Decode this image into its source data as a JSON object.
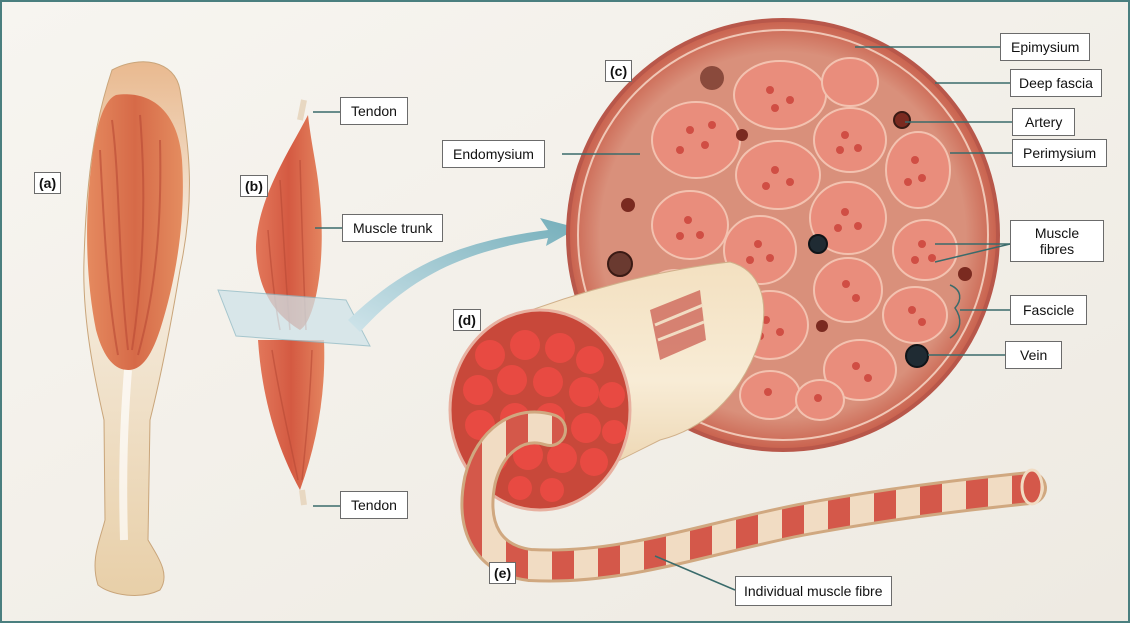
{
  "panels": {
    "a": "(a)",
    "b": "(b)",
    "c": "(c)",
    "d": "(d)",
    "e": "(e)"
  },
  "labels": {
    "tendon_top": "Tendon",
    "muscle_trunk": "Muscle trunk",
    "tendon_bottom": "Tendon",
    "endomysium": "Endomysium",
    "epimysium": "Epimysium",
    "deep_fascia": "Deep fascia",
    "artery": "Artery",
    "perimysium": "Perimysium",
    "muscle_fibres": "Muscle fibres",
    "fascicle": "Fascicle",
    "vein": "Vein",
    "individual_muscle_fibre": "Individual muscle fibre"
  },
  "colors": {
    "frame": "#4a7f7f",
    "leader": "#3a6b6b",
    "muscle": "#c8483a",
    "fascicle": "#e98d7c",
    "fibre_dot": "#c83a32",
    "tendon": "#f2ead9",
    "background": "#f4f1ea"
  }
}
